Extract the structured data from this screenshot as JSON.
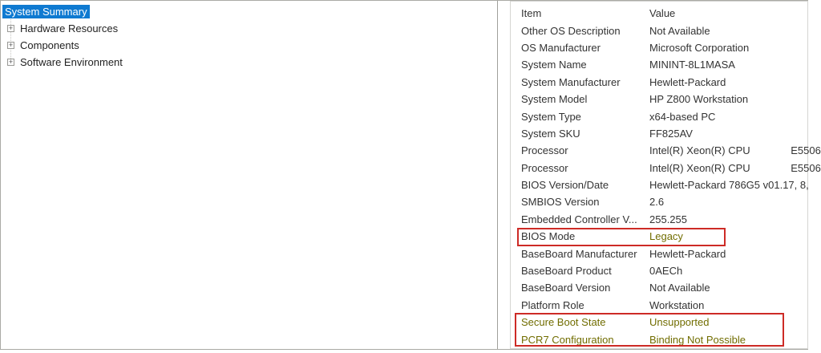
{
  "colors": {
    "selection-blue": "#0f7ad1",
    "annotation-red": "#cd2b26",
    "status-olive": "#716d00",
    "panel-border": "#a0a09b",
    "list-border": "#d5d5d2",
    "window-border": "#aaaaa5",
    "text": "#333333"
  },
  "sidebar": {
    "items": [
      {
        "label": "System Summary",
        "selected": true,
        "expander": false
      },
      {
        "label": "Hardware Resources",
        "selected": false,
        "expander": true
      },
      {
        "label": "Components",
        "selected": false,
        "expander": true
      },
      {
        "label": "Software Environment",
        "selected": false,
        "expander": true
      }
    ],
    "expander_glyph": "+"
  },
  "main": {
    "columns": [
      "Item",
      "Value"
    ],
    "rows": [
      {
        "item": "Other OS Description",
        "value": "Not Available"
      },
      {
        "item": "OS Manufacturer",
        "value": "Microsoft Corporation"
      },
      {
        "item": "System Name",
        "value": "MININT-8L1MASA"
      },
      {
        "item": "System Manufacturer",
        "value": "Hewlett-Packard"
      },
      {
        "item": "System Model",
        "value": "HP Z800 Workstation"
      },
      {
        "item": "System Type",
        "value": "x64-based PC"
      },
      {
        "item": "System SKU",
        "value": "FF825AV"
      },
      {
        "item": "Processor",
        "value": "Intel(R) Xeon(R) CPU              E5506"
      },
      {
        "item": "Processor",
        "value": "Intel(R) Xeon(R) CPU              E5506"
      },
      {
        "item": "BIOS Version/Date",
        "value": "Hewlett-Packard 786G5 v01.17, 8,"
      },
      {
        "item": "SMBIOS Version",
        "value": "2.6"
      },
      {
        "item": "Embedded Controller V...",
        "value": "255.255"
      },
      {
        "item": "BIOS Mode",
        "value": "Legacy",
        "value_olive": true
      },
      {
        "item": "BaseBoard Manufacturer",
        "value": "Hewlett-Packard"
      },
      {
        "item": "BaseBoard Product",
        "value": "0AECh"
      },
      {
        "item": "BaseBoard Version",
        "value": "Not Available"
      },
      {
        "item": "Platform Role",
        "value": "Workstation"
      },
      {
        "item": "Secure Boot State",
        "value": "Unsupported",
        "item_olive": true,
        "value_olive": true
      },
      {
        "item": "PCR7 Configuration",
        "value": "Binding Not Possible",
        "item_olive": true,
        "value_olive": true
      }
    ]
  }
}
